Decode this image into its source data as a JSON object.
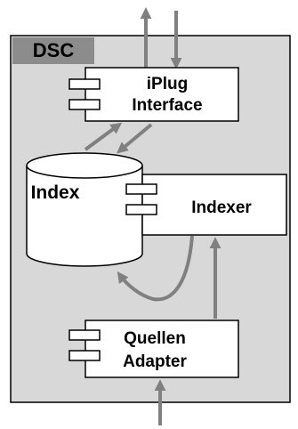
{
  "container": {
    "label": "DSC"
  },
  "components": {
    "iplug": {
      "line1": "iPlug",
      "line2": "Interface"
    },
    "index": {
      "label": "Index"
    },
    "indexer": {
      "label": "Indexer"
    },
    "adapter": {
      "line1": "Quellen",
      "line2": "Adapter"
    }
  },
  "colors": {
    "container_fill": "#d8d8d8",
    "tab_fill": "#8c8c8c",
    "box_fill": "#ffffff",
    "stroke": "#000000",
    "arrow": "#808080"
  }
}
